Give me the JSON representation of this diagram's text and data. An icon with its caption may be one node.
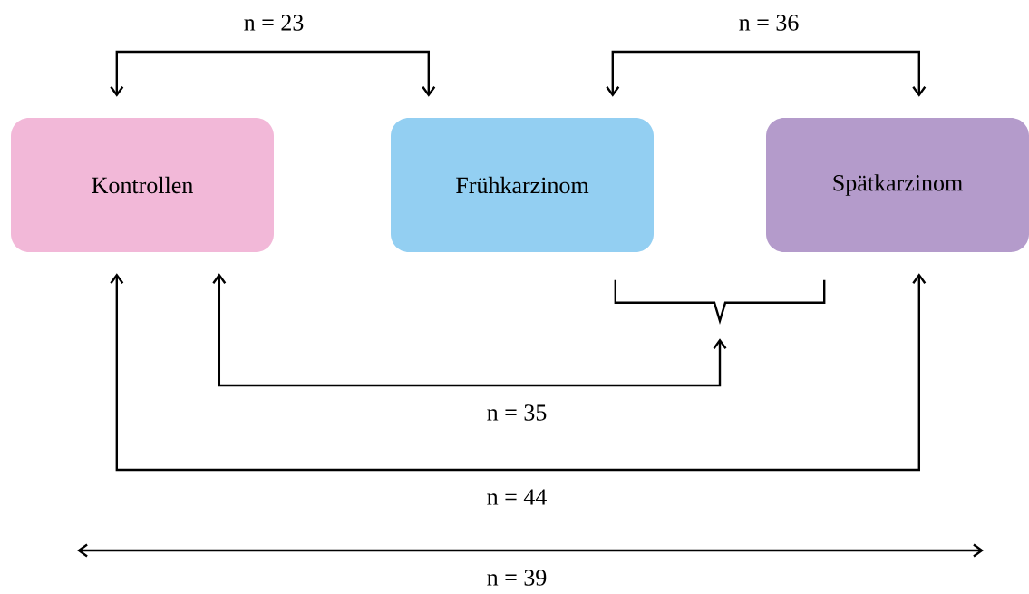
{
  "diagram": {
    "nodes": [
      {
        "text": [
          "Kontrollen"
        ]
      },
      {
        "text": [
          "Frühkarzinom"
        ]
      },
      {
        "text": [
          "Spätkarzinom"
        ]
      },
      {
        "text": [],
        "shape": "brace"
      }
    ],
    "edges": [
      {
        "from": 0,
        "to": 1,
        "arrow": "both",
        "label": "n = 23"
      },
      {
        "from": 1,
        "to": 2,
        "arrow": "both",
        "label": "n = 36"
      },
      {
        "from": 0,
        "to": 3,
        "arrow": "both",
        "label": "n = 35"
      },
      {
        "from": 0,
        "to": 2,
        "arrow": "both",
        "label": "n = 44"
      }
    ],
    "labels": [
      "n = 39"
    ]
  }
}
